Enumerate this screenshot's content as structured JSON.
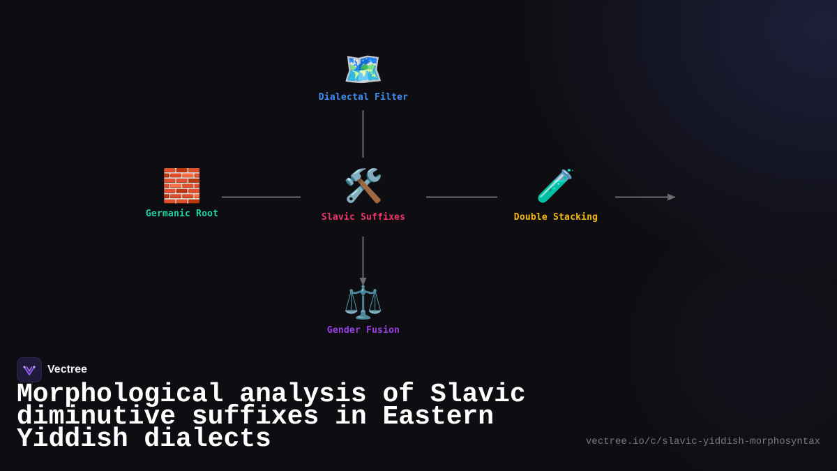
{
  "diagram": {
    "nodes": [
      {
        "id": "dialectal-filter",
        "label": "Dialectal Filter",
        "icon": "🗺️",
        "icon_name": "world-map-icon",
        "color": "#3b8ef0"
      },
      {
        "id": "germanic-root",
        "label": "Germanic Root",
        "icon": "🧱",
        "icon_name": "brick-icon",
        "color": "#20d4a6"
      },
      {
        "id": "slavic-suffixes",
        "label": "Slavic Suffixes",
        "icon": "🛠️",
        "icon_name": "hammer-wrench-icon",
        "color": "#f0356a"
      },
      {
        "id": "double-stacking",
        "label": "Double Stacking",
        "icon": "🧪",
        "icon_name": "test-tube-icon",
        "color": "#f5b916"
      },
      {
        "id": "gender-fusion",
        "label": "Gender Fusion",
        "icon": "⚖️",
        "icon_name": "scales-icon",
        "color": "#9a3fe6"
      }
    ],
    "edges": [
      {
        "from": "dialectal-filter",
        "to": "slavic-suffixes",
        "arrow": false
      },
      {
        "from": "germanic-root",
        "to": "slavic-suffixes",
        "arrow": false
      },
      {
        "from": "slavic-suffixes",
        "to": "double-stacking",
        "arrow": false
      },
      {
        "from": "slavic-suffixes",
        "to": "gender-fusion",
        "arrow": true
      },
      {
        "from": "double-stacking",
        "to": "out",
        "arrow": true
      }
    ]
  },
  "brand": {
    "name": "Vectree"
  },
  "title": "Morphological analysis of Slavic diminutive suffixes in Eastern Yiddish dialects",
  "url": "vectree.io/c/slavic-yiddish-morphosyntax",
  "colors": {
    "edge": "#6b6b70",
    "accent": "#8b5cf6"
  }
}
